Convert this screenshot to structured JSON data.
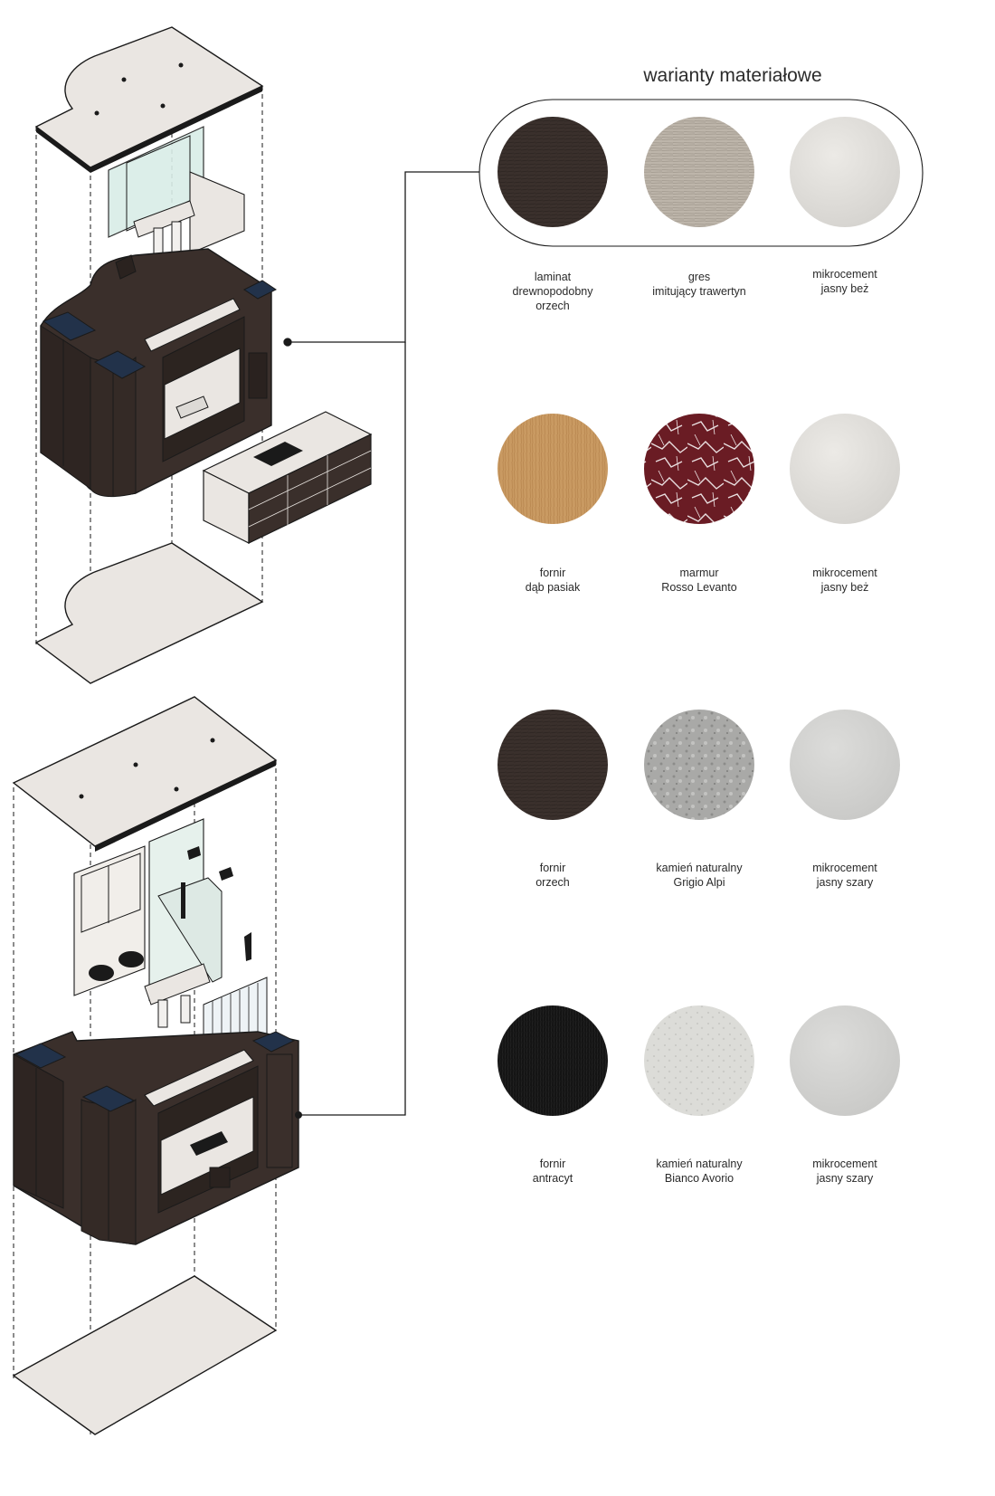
{
  "heading": "warianty materiałowe",
  "swatches": [
    {
      "row": 1,
      "col": 1,
      "line1": "laminat",
      "line2": "drewnopodobny",
      "line3": "orzech",
      "color": "#3a302c",
      "texture": "wood-dark"
    },
    {
      "row": 1,
      "col": 2,
      "line1": "gres",
      "line2": "imitujący trawertyn",
      "line3": "",
      "color": "#bdb5aa",
      "texture": "travertine"
    },
    {
      "row": 1,
      "col": 3,
      "line1": "mikrocement",
      "line2": "jasny beż",
      "line3": "",
      "color": "#e2e0dc",
      "texture": "microcement"
    },
    {
      "row": 2,
      "col": 1,
      "line1": "fornir",
      "line2": "dąb pasiak",
      "line3": "",
      "color": "#c89a63",
      "texture": "oak"
    },
    {
      "row": 2,
      "col": 2,
      "line1": "marmur",
      "line2": "Rosso Levanto",
      "line3": "",
      "color": "#6e1f27",
      "texture": "marble-red"
    },
    {
      "row": 2,
      "col": 3,
      "line1": "mikrocement",
      "line2": "jasny beż",
      "line3": "",
      "color": "#dfe0dc",
      "texture": "microcement"
    },
    {
      "row": 3,
      "col": 1,
      "line1": "fornir",
      "line2": "orzech",
      "line3": "",
      "color": "#3b322d",
      "texture": "wood-dark"
    },
    {
      "row": 3,
      "col": 2,
      "line1": "kamień naturalny",
      "line2": "Grigio Alpi",
      "line3": "",
      "color": "#a7a7a5",
      "texture": "stone-grey"
    },
    {
      "row": 3,
      "col": 3,
      "line1": "mikrocement",
      "line2": "jasny szary",
      "line3": "",
      "color": "#d9d9d7",
      "texture": "microcement"
    },
    {
      "row": 4,
      "col": 1,
      "line1": "fornir",
      "line2": "antracyt",
      "line3": "",
      "color": "#151515",
      "texture": "wood-black"
    },
    {
      "row": 4,
      "col": 2,
      "line1": "kamień naturalny",
      "line2": "Bianco Avorio",
      "line3": "",
      "color": "#dcdcd8",
      "texture": "stone-light"
    },
    {
      "row": 4,
      "col": 3,
      "line1": "mikrocement",
      "line2": "jasny szary",
      "line3": "",
      "color": "#d4d4d2",
      "texture": "microcement"
    }
  ],
  "colors": {
    "cabinet": "#3a2f2b",
    "cabinet_dark": "#2a221f",
    "panel": "#eae6e2",
    "glass": "#d8ece6",
    "line": "#1a1a1a"
  }
}
